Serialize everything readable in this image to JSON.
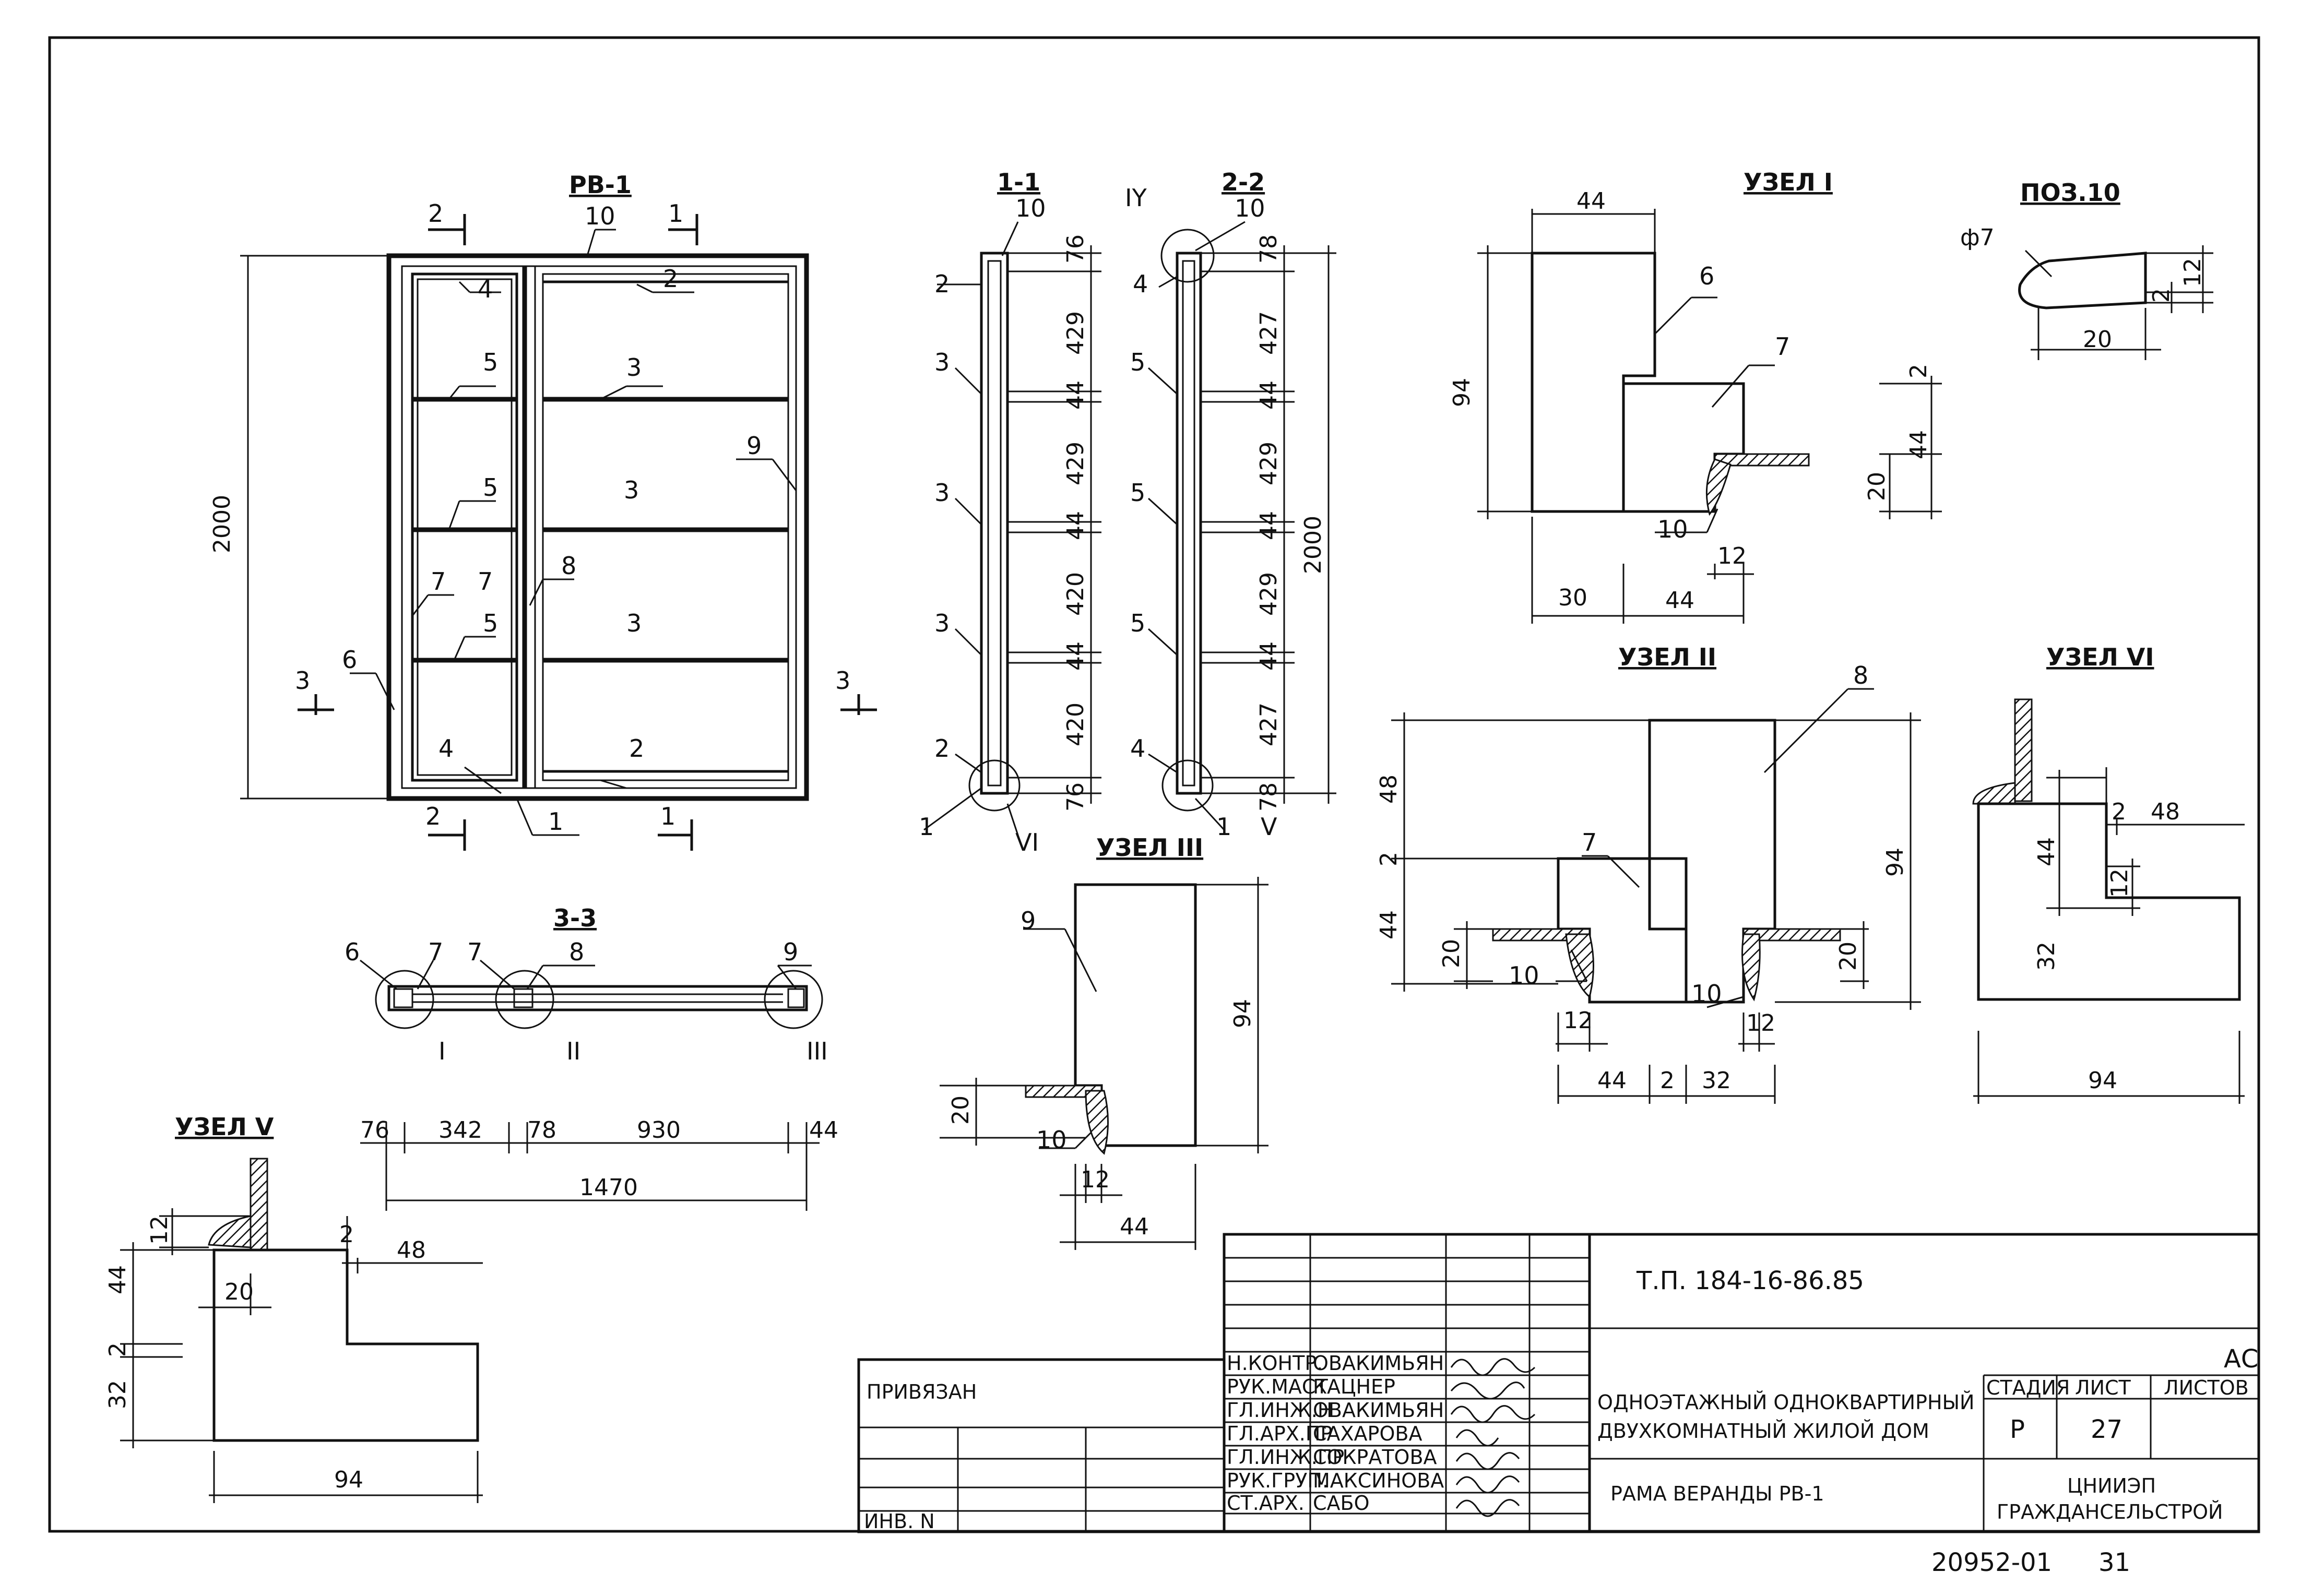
{
  "drawing": {
    "frame_title": "РВ-1",
    "section_titles": {
      "s11": "1-1",
      "s22": "2-2",
      "s33": "3-3",
      "node1": "УЗЕЛ I",
      "node2": "УЗЕЛ II",
      "node3": "УЗЕЛ III",
      "node5": "УЗЕЛ V",
      "node6": "УЗЕЛ VI",
      "pos10": "ПОЗ.10"
    },
    "elevation": {
      "height_dim": "2000",
      "positions": [
        "1",
        "2",
        "3",
        "4",
        "5",
        "6",
        "7",
        "8",
        "9",
        "10"
      ],
      "cut_marks": [
        "1",
        "2",
        "3"
      ]
    },
    "section11": {
      "dims": [
        "76",
        "429",
        "44",
        "429",
        "44",
        "420",
        "44",
        "420",
        "76"
      ],
      "labels": [
        "10",
        "2",
        "3",
        "3",
        "3",
        "2",
        "1",
        "VI"
      ]
    },
    "section22": {
      "dims": [
        "78",
        "427",
        "44",
        "429",
        "44",
        "429",
        "44",
        "427",
        "78"
      ],
      "overall": "2000",
      "labels": [
        "IY",
        "10",
        "4",
        "5",
        "5",
        "5",
        "4",
        "1",
        "V"
      ]
    },
    "section33": {
      "dims": [
        "76",
        "342",
        "78",
        "930",
        "44"
      ],
      "overall": "1470",
      "labels": [
        "6",
        "7",
        "7",
        "8",
        "9",
        "I",
        "II",
        "III"
      ]
    },
    "node1": {
      "dims": [
        "44",
        "94",
        "2",
        "44",
        "20",
        "30",
        "44",
        "12"
      ],
      "labels": [
        "6",
        "7",
        "10"
      ]
    },
    "node2": {
      "dims": [
        "48",
        "2",
        "44",
        "20",
        "94",
        "20",
        "12",
        "12",
        "44",
        "2",
        "32"
      ],
      "labels": [
        "8",
        "7",
        "10",
        "10"
      ]
    },
    "node3": {
      "dims": [
        "94",
        "20",
        "12",
        "44"
      ],
      "labels": [
        "9",
        "10"
      ]
    },
    "node5": {
      "dims": [
        "12",
        "44",
        "2",
        "32",
        "2",
        "48",
        "20",
        "94"
      ]
    },
    "node6": {
      "dims": [
        "2",
        "48",
        "44",
        "12",
        "32",
        "94"
      ]
    },
    "pos10": {
      "dims": [
        "ф7",
        "20",
        "2",
        "12"
      ]
    }
  },
  "title_block": {
    "doc_code": "Т.П. 184-16-86.85",
    "section_code": "АС",
    "privyazan": "ПРИВЯЗАН",
    "inv_no": "ИНВ. N",
    "project_title_line1": "ОДНОЭТАЖНЫЙ ОДНОКВАРТИРНЫЙ",
    "project_title_line2": "ДВУХКОМНАТНЫЙ ЖИЛОЙ ДОМ",
    "sheet_title": "РАМА ВЕРАНДЫ РВ-1",
    "stage_header": "СТАДИЯ",
    "sheet_header": "ЛИСТ",
    "sheets_header": "ЛИСТОВ",
    "stage": "Р",
    "sheet": "27",
    "sheets": "",
    "org_line1": "ЦНИИЭП",
    "org_line2": "ГРАЖДАНСЕЛЬСТРОЙ",
    "signatures": [
      {
        "role": "Н.КОНТР.",
        "name": "ОВАКИМЬЯН"
      },
      {
        "role": "РУК.МАСТ",
        "name": "КАЦНЕР"
      },
      {
        "role": "ГЛ.ИНЖ.Н",
        "name": "ОВАКИМЬЯН"
      },
      {
        "role": "ГЛ.АРХ.ПР",
        "name": "САХАРОВА"
      },
      {
        "role": "ГЛ.ИНЖ.ПР",
        "name": "СОКРАТОВА"
      },
      {
        "role": "РУК.ГРУП.",
        "name": "МАКСИНОВА"
      },
      {
        "role": "СТ.АРХ.",
        "name": "САБО"
      }
    ],
    "archive_no": "20952-01",
    "page_no": "31"
  }
}
